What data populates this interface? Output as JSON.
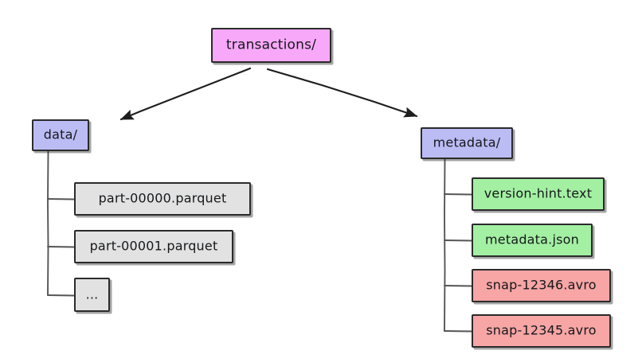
{
  "diagram": {
    "title_node": "transactions/",
    "style": "hand-drawn file tree",
    "colors": {
      "root": "#f8a8f8",
      "folder": "#bcbcf5",
      "data_file": "#e2e2e2",
      "metadata_file": "#a3f0a3",
      "snapshot_file": "#f7a5a5",
      "stroke": "#2b2b2b",
      "background": "#ffffff"
    },
    "root": {
      "label": "transactions/"
    },
    "branches": [
      {
        "label": "data/",
        "children": [
          {
            "label": "part-00000.parquet"
          },
          {
            "label": "part-00001.parquet"
          },
          {
            "label": "..."
          }
        ]
      },
      {
        "label": "metadata/",
        "children": [
          {
            "label": "version-hint.text"
          },
          {
            "label": "metadata.json"
          },
          {
            "label": "snap-12346.avro"
          },
          {
            "label": "snap-12345.avro"
          }
        ]
      }
    ]
  }
}
